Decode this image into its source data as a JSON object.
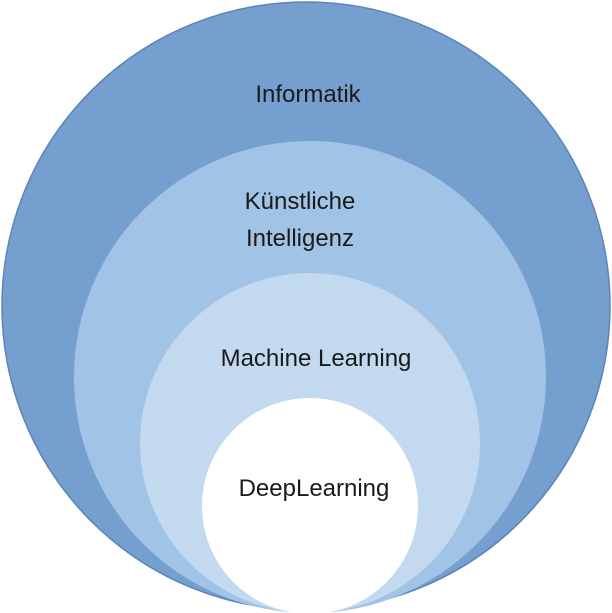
{
  "diagram": {
    "type": "nested-circles",
    "levels": [
      {
        "label_lines": [
          "Informatik"
        ],
        "color": "#759fcf"
      },
      {
        "label_lines": [
          "Künstliche",
          "Intelligenz"
        ],
        "color": "#a1c3e6"
      },
      {
        "label_lines": [
          "Machine Learning"
        ],
        "color": "#c3d9ef"
      },
      {
        "label_lines": [
          "DeepLearning"
        ],
        "color": "#ffffff"
      }
    ],
    "outline_color": "#5b84b8"
  }
}
